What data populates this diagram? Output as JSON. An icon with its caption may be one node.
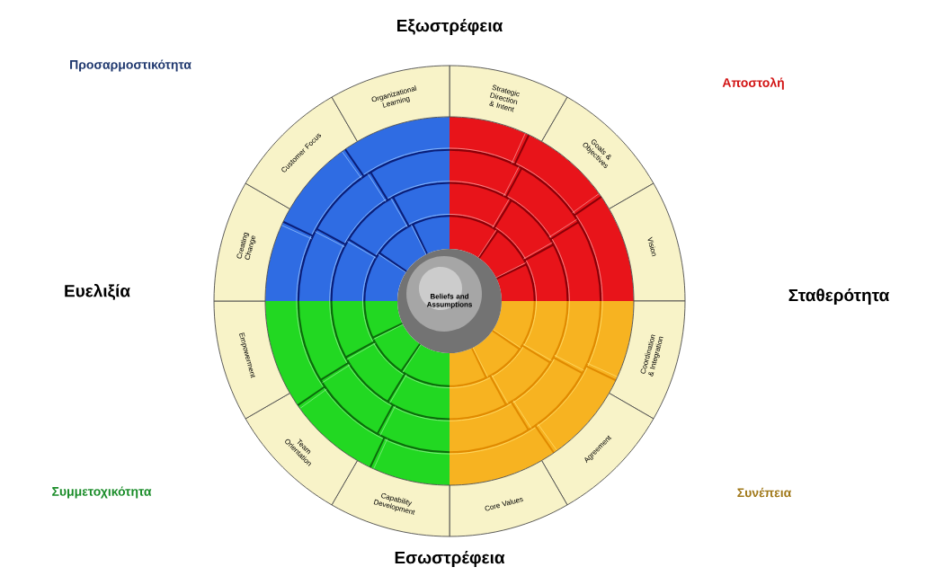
{
  "diagram": {
    "nodes": [
      {
        "text": [
          "Beliefs and Assumptions"
        ]
      },
      {
        "text": [
          "Strategic Direction & Intent"
        ]
      },
      {
        "text": [
          "Goals & Objectives"
        ]
      },
      {
        "text": [
          "Vision"
        ]
      },
      {
        "text": [
          "Coordination & Integration"
        ]
      },
      {
        "text": [
          "Agreement"
        ]
      },
      {
        "text": [
          "Core Values"
        ]
      },
      {
        "text": [
          "Capability Development"
        ]
      },
      {
        "text": [
          "Team Orientation"
        ]
      },
      {
        "text": [
          "Empowerment"
        ]
      },
      {
        "text": [
          "Creating Change"
        ]
      },
      {
        "text": [
          "Customer Focus"
        ]
      },
      {
        "text": [
          "Organizational Learning"
        ]
      }
    ],
    "labels": [
      "Εξωστρέφεια",
      "Προσαρμοστικότητα",
      "Αποστολή",
      "Ευελιξία",
      "Σταθερότητα",
      "Συμμετοχικότητα",
      "Συνέπεια",
      "Εσωστρέφεια"
    ]
  }
}
